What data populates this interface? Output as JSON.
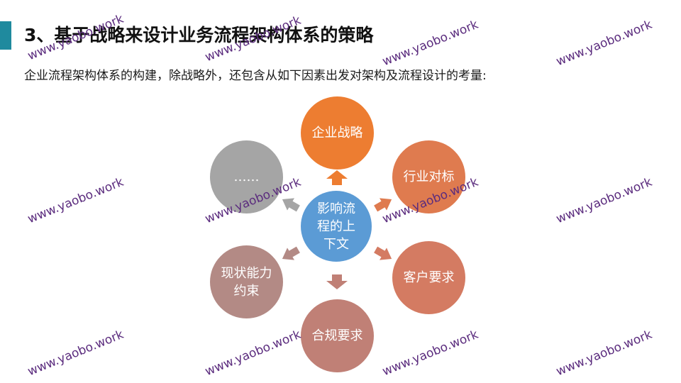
{
  "title": "3、基于战略来设计业务流程架构体系的策略",
  "subtitle": "企业流程架构体系的构建，除战略外，还包含从如下因素出发对架构及流程设计的考量:",
  "diagram": {
    "center": {
      "label": "影响流程的上下文",
      "color": "#5B9BD5"
    },
    "nodes": [
      {
        "id": "strategy",
        "label": "企业战略",
        "color": "#ED7D31"
      },
      {
        "id": "benchmark",
        "label": "行业对标",
        "color": "#DF7B4F"
      },
      {
        "id": "customer",
        "label": "客户要求",
        "color": "#D47B62"
      },
      {
        "id": "compliance",
        "label": "合规要求",
        "color": "#C08076"
      },
      {
        "id": "capability",
        "label": "现状能力约束",
        "color": "#B38A85"
      },
      {
        "id": "more",
        "label": "……",
        "color": "#A5A5A5"
      }
    ]
  },
  "watermark_text": "www.yaobo.work"
}
